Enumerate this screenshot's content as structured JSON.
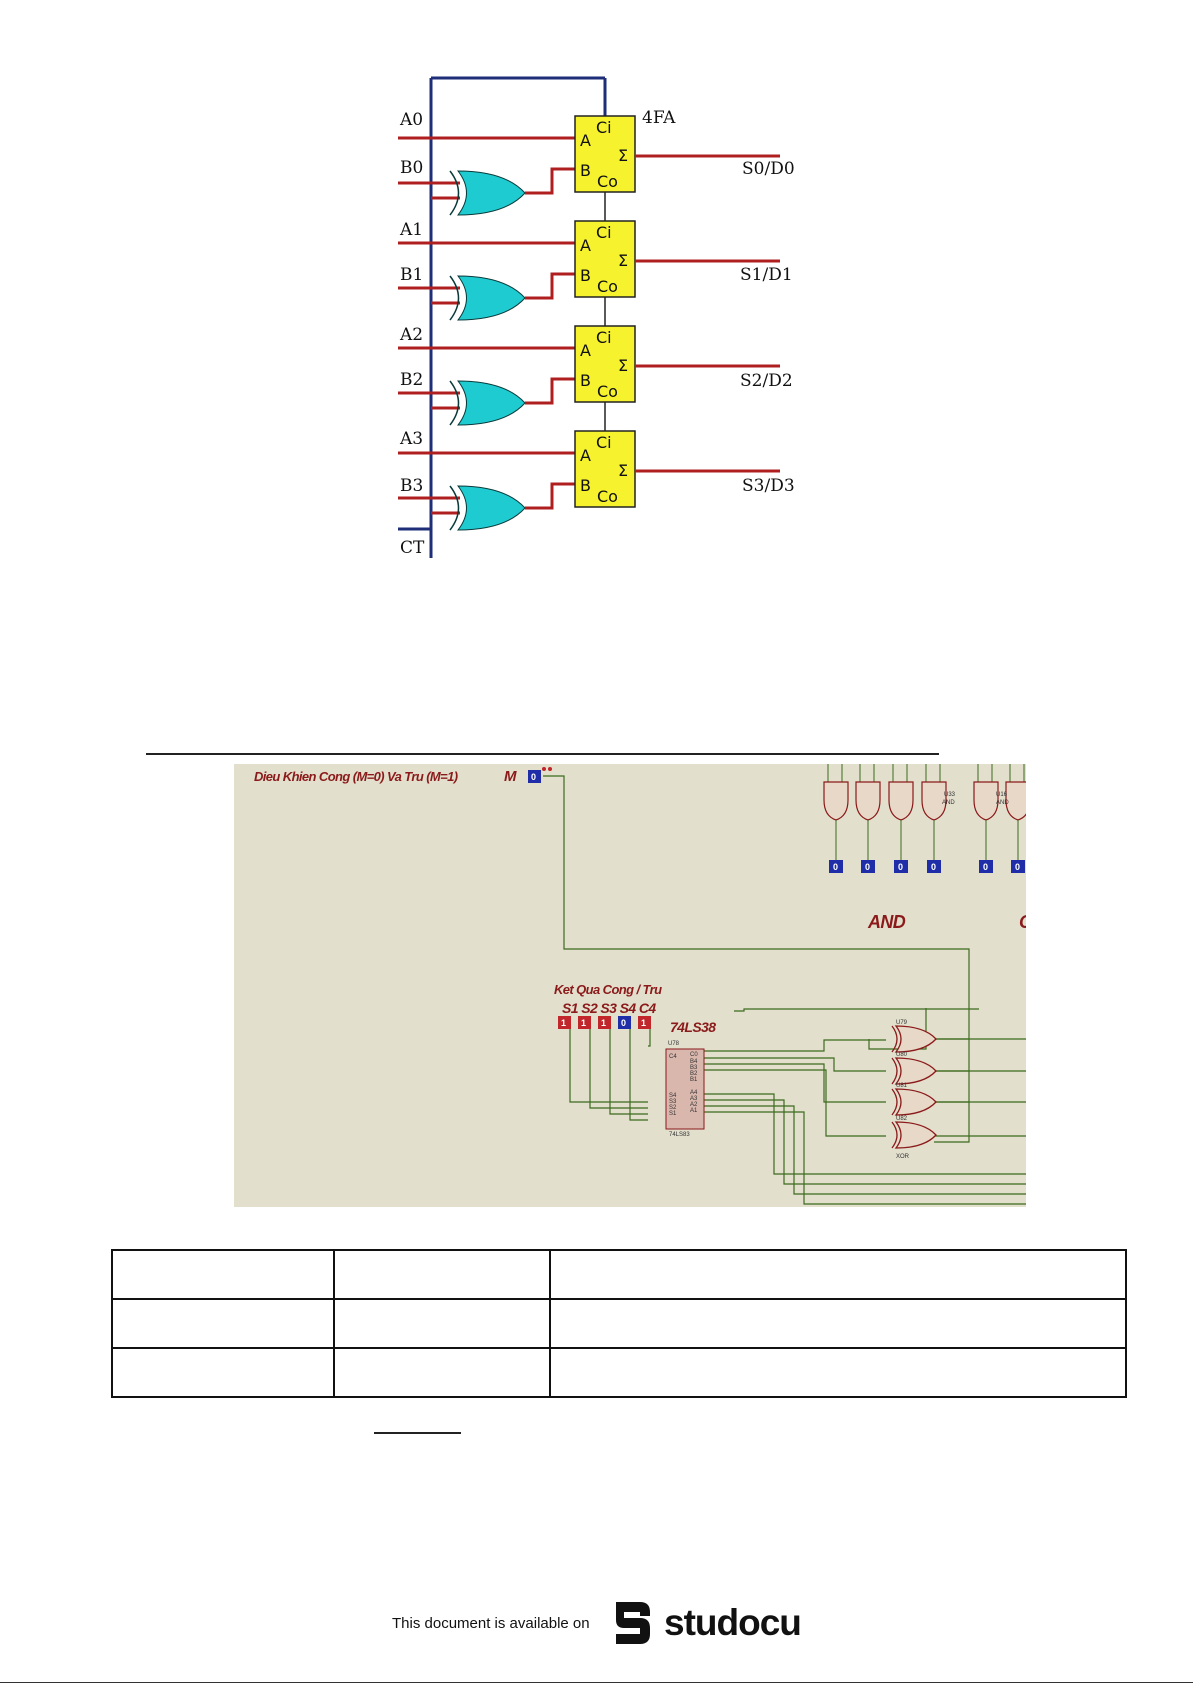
{
  "figure1": {
    "inputs": [
      "A0",
      "B0",
      "A1",
      "B1",
      "A2",
      "B2",
      "A3",
      "B3",
      "CT"
    ],
    "outputs": [
      "S0/D0",
      "S1/D1",
      "S2/D2",
      "S3/D3"
    ],
    "block_name": "4FA",
    "pins": {
      "a": "A",
      "b": "B",
      "ci": "Ci",
      "sum": "Σ",
      "co": "Co"
    },
    "colors": {
      "adder": "#f6f22e",
      "xor": "#1ecbd0",
      "wire": "#b01f1f",
      "bus": "#1f2e78"
    }
  },
  "figure2": {
    "control_label": "Dieu Khien Cong (M=0) Va Tru (M=1)",
    "control_name": "M",
    "control_value": "0",
    "and_label": "AND",
    "partial_label": "C",
    "gate_labels": {
      "u33": "U33",
      "u16": "U16",
      "and": "AND"
    },
    "and_outputs": [
      "0",
      "0",
      "0",
      "0",
      "0",
      "0"
    ],
    "result_label": "Ket Qua Cong / Tru",
    "result_names": "S1 S2 S3 S4 C4",
    "result_values": [
      "1",
      "1",
      "1",
      "0",
      "1"
    ],
    "chip_name": "74LS38",
    "chip_ref": "U78",
    "chip_part": "74LS83",
    "chip_pins_left": [
      "C4",
      "S4",
      "S3",
      "S2",
      "S1"
    ],
    "chip_pins_right": [
      "C0",
      "B4",
      "B3",
      "B2",
      "B1",
      "A4",
      "A3",
      "A2",
      "A1"
    ],
    "xor_refs": [
      "U79",
      "U80",
      "U81",
      "U82"
    ],
    "xor_type": "XOR",
    "colors": {
      "background": "#e2dfcd",
      "wire": "#3d6b1e",
      "gate": "#8b1a1a",
      "high": "#c0262a",
      "low": "#1f2ea8"
    }
  },
  "table": {
    "rows": [
      [
        "",
        "",
        ""
      ],
      [
        "",
        "",
        ""
      ],
      [
        "",
        "",
        ""
      ]
    ]
  },
  "footer": {
    "text": "This document is available on",
    "brand": "studocu"
  }
}
